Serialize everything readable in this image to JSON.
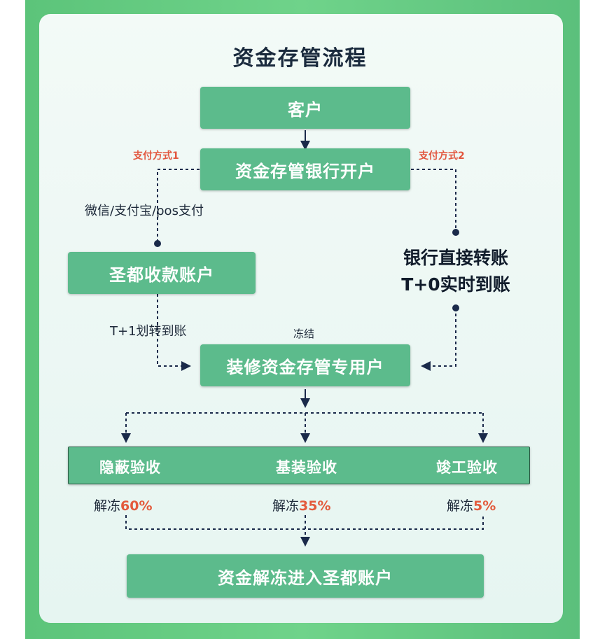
{
  "title": "资金存管流程",
  "nodes": {
    "customer": "客户",
    "bank_account": "资金存管银行开户",
    "shengdu_collect": "圣都收款账户",
    "special_account": "装修资金存管专用户",
    "final": "资金解冻进入圣都账户"
  },
  "payment_method_1": "支付方式1",
  "payment_method_2": "支付方式2",
  "pay_channels": "微信/支付宝/pos支付",
  "direct_transfer_line1": "银行直接转账",
  "direct_transfer_line2": "T+0实时到账",
  "transfer_t1": "T+1划转到账",
  "freeze_label": "冻结",
  "stages": [
    {
      "name": "隐蔽验收",
      "unfreeze_label": "解冻",
      "percent": "60%"
    },
    {
      "name": "基装验收",
      "unfreeze_label": "解冻",
      "percent": "35%"
    },
    {
      "name": "竣工验收",
      "unfreeze_label": "解冻",
      "percent": "5%"
    }
  ],
  "colors": {
    "box_green": "#5cbb8c",
    "accent_red": "#e35a3c",
    "line_navy": "#1a2a4a",
    "outer_green": "#5cc47a"
  }
}
